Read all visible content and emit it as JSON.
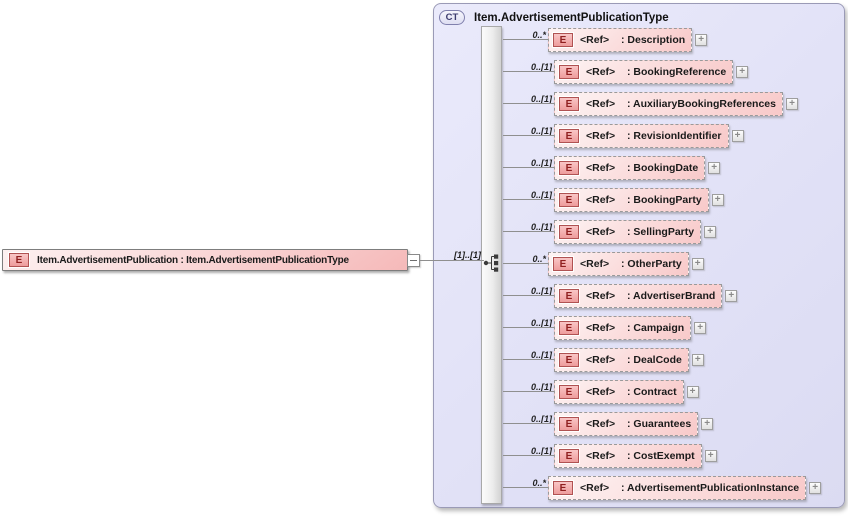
{
  "diagram": {
    "root_element": {
      "icon": "E",
      "label": "Item.AdvertisementPublication : Item.AdvertisementPublicationType"
    },
    "connection_cardinality": "[1]..[1]",
    "complex_type": {
      "badge": "CT",
      "title": "Item.AdvertisementPublicationType",
      "compositor": "sequence",
      "expand_glyph": "+",
      "children": [
        {
          "icon": "E",
          "ref": "<Ref>",
          "name": ": Description",
          "cardinality": "0..*"
        },
        {
          "icon": "E",
          "ref": "<Ref>",
          "name": ": BookingReference",
          "cardinality": "0..[1]"
        },
        {
          "icon": "E",
          "ref": "<Ref>",
          "name": ": AuxiliaryBookingReferences",
          "cardinality": "0..[1]"
        },
        {
          "icon": "E",
          "ref": "<Ref>",
          "name": ": RevisionIdentifier",
          "cardinality": "0..[1]"
        },
        {
          "icon": "E",
          "ref": "<Ref>",
          "name": ": BookingDate",
          "cardinality": "0..[1]"
        },
        {
          "icon": "E",
          "ref": "<Ref>",
          "name": ": BookingParty",
          "cardinality": "0..[1]"
        },
        {
          "icon": "E",
          "ref": "<Ref>",
          "name": ": SellingParty",
          "cardinality": "0..[1]"
        },
        {
          "icon": "E",
          "ref": "<Ref>",
          "name": ": OtherParty",
          "cardinality": "0..*"
        },
        {
          "icon": "E",
          "ref": "<Ref>",
          "name": ": AdvertiserBrand",
          "cardinality": "0..[1]"
        },
        {
          "icon": "E",
          "ref": "<Ref>",
          "name": ": Campaign",
          "cardinality": "0..[1]"
        },
        {
          "icon": "E",
          "ref": "<Ref>",
          "name": ": DealCode",
          "cardinality": "0..[1]"
        },
        {
          "icon": "E",
          "ref": "<Ref>",
          "name": ": Contract",
          "cardinality": "0..[1]"
        },
        {
          "icon": "E",
          "ref": "<Ref>",
          "name": ": Guarantees",
          "cardinality": "0..[1]"
        },
        {
          "icon": "E",
          "ref": "<Ref>",
          "name": ": CostExempt",
          "cardinality": "0..[1]"
        },
        {
          "icon": "E",
          "ref": "<Ref>",
          "name": ": AdvertisementPublicationInstance",
          "cardinality": "0..*"
        }
      ]
    },
    "colors": {
      "element_fill_top": "#fdf4f4",
      "element_fill_bottom": "#f8c9c9",
      "element_icon_fill": "#f2a3a3",
      "element_icon_border": "#b05252",
      "element_icon_text": "#8f1f1f",
      "container_fill": "#e2e2f7",
      "container_border": "#9a9ab6",
      "badge_border": "#8080ad",
      "connector": "#8f8f8f"
    }
  }
}
